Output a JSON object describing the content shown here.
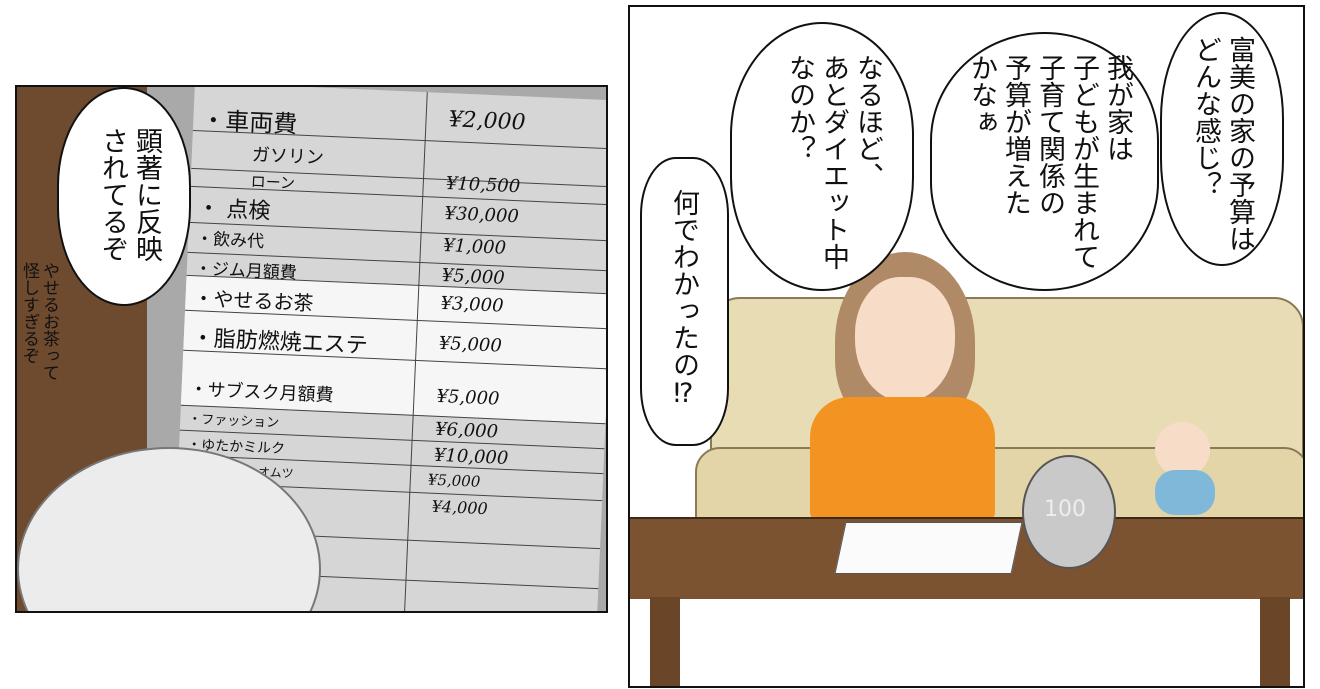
{
  "left_panel": {
    "bubble_text": [
      "顕著に反映",
      "されてるぞ"
    ],
    "aside_text": [
      "やせるお茶って",
      "怪しすぎるぞ"
    ],
    "ledger": {
      "items": [
        {
          "label": "・車両費",
          "amount": "¥2,000"
        },
        {
          "label": "ガソリン",
          "amount": ""
        },
        {
          "label": "ローン",
          "amount": "¥10,500"
        },
        {
          "label": "・ 点検",
          "amount": "¥30,000"
        },
        {
          "label": "・飲み代",
          "amount": "¥1,000"
        },
        {
          "label": "・ジム月額費",
          "amount": "¥5,000"
        },
        {
          "label": "・やせるお茶",
          "amount": "¥3,000"
        },
        {
          "label": "・脂肪燃焼エステ",
          "amount": "¥5,000"
        },
        {
          "label": "・サブスク月額費",
          "amount": "¥5,000"
        },
        {
          "label": "・ファッション",
          "amount": "¥6,000"
        },
        {
          "label": "・ゆたかミルク",
          "amount": "¥10,000"
        },
        {
          "label": "オムツ",
          "amount": "¥5,000"
        },
        {
          "label": "",
          "amount": "¥4,000"
        }
      ]
    }
  },
  "right_panel": {
    "bubble_1": [
      "富美の家の予算は",
      "どんな感じ？"
    ],
    "bubble_2": [
      "我が家は",
      "子どもが生まれて",
      "子育て関係の",
      "予算が増えた",
      "かなぁ"
    ],
    "bubble_3": [
      "なるほど、",
      "あとダイエット中",
      "なのか？"
    ],
    "bubble_4": [
      "何でわかったの⁉"
    ],
    "coin_label": "100"
  }
}
